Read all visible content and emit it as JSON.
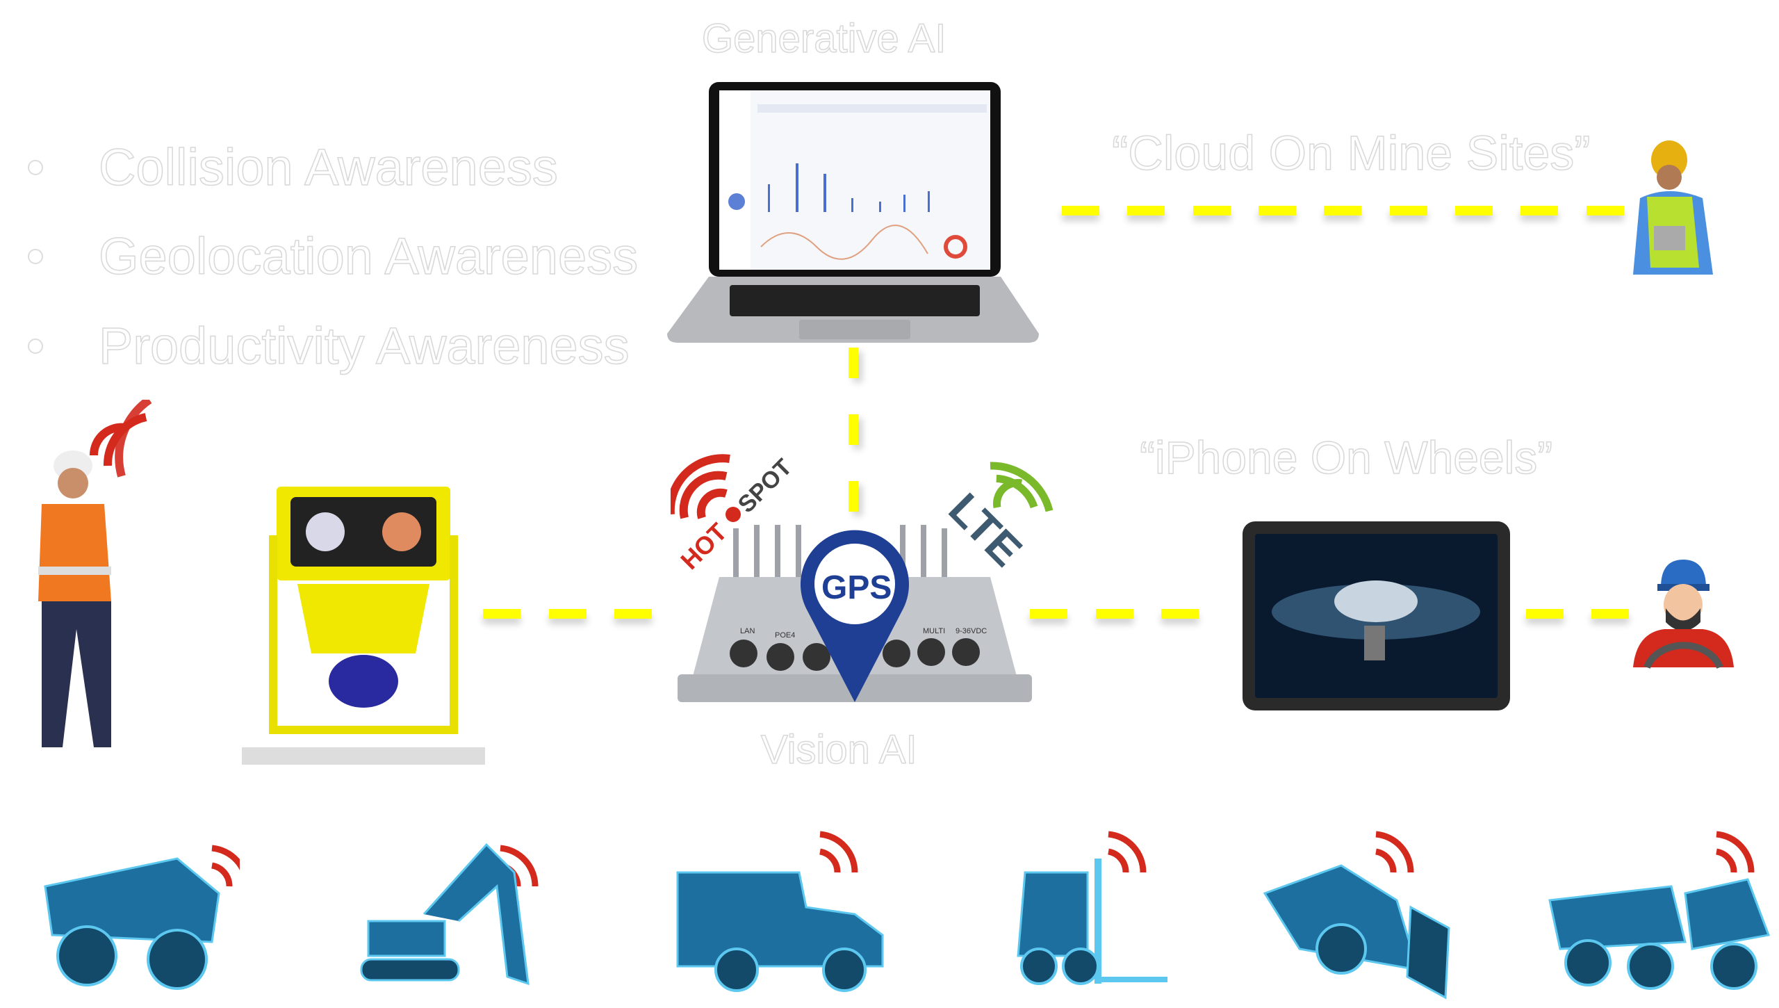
{
  "labels": {
    "generative_ai": "Generative AI",
    "cloud_on_mine_sites": "“Cloud On Mine Sites”",
    "iphone_on_wheels": "“iPhone On Wheels”",
    "vision_ai": "Vision AI"
  },
  "bullets": [
    "Collision Awareness",
    "Geolocation Awareness",
    "Productivity Awareness"
  ],
  "gateway": {
    "hotspot_hot": "HOT",
    "hotspot_spot": "SPOT",
    "lte": "LTE",
    "gps": "GPS",
    "ports": [
      "LAN",
      "POE4",
      "MULTI",
      "9-36VDC"
    ]
  },
  "colors": {
    "connector": "#ffff00",
    "gps_pin": "#1f3f95",
    "hotspot": "#d42a1e",
    "lte": "#7ab929",
    "wireframe": "#3fa9e0"
  },
  "vehicles": [
    "haul-truck",
    "excavator",
    "ambulance",
    "forklift",
    "dozer",
    "articulated-truck"
  ]
}
